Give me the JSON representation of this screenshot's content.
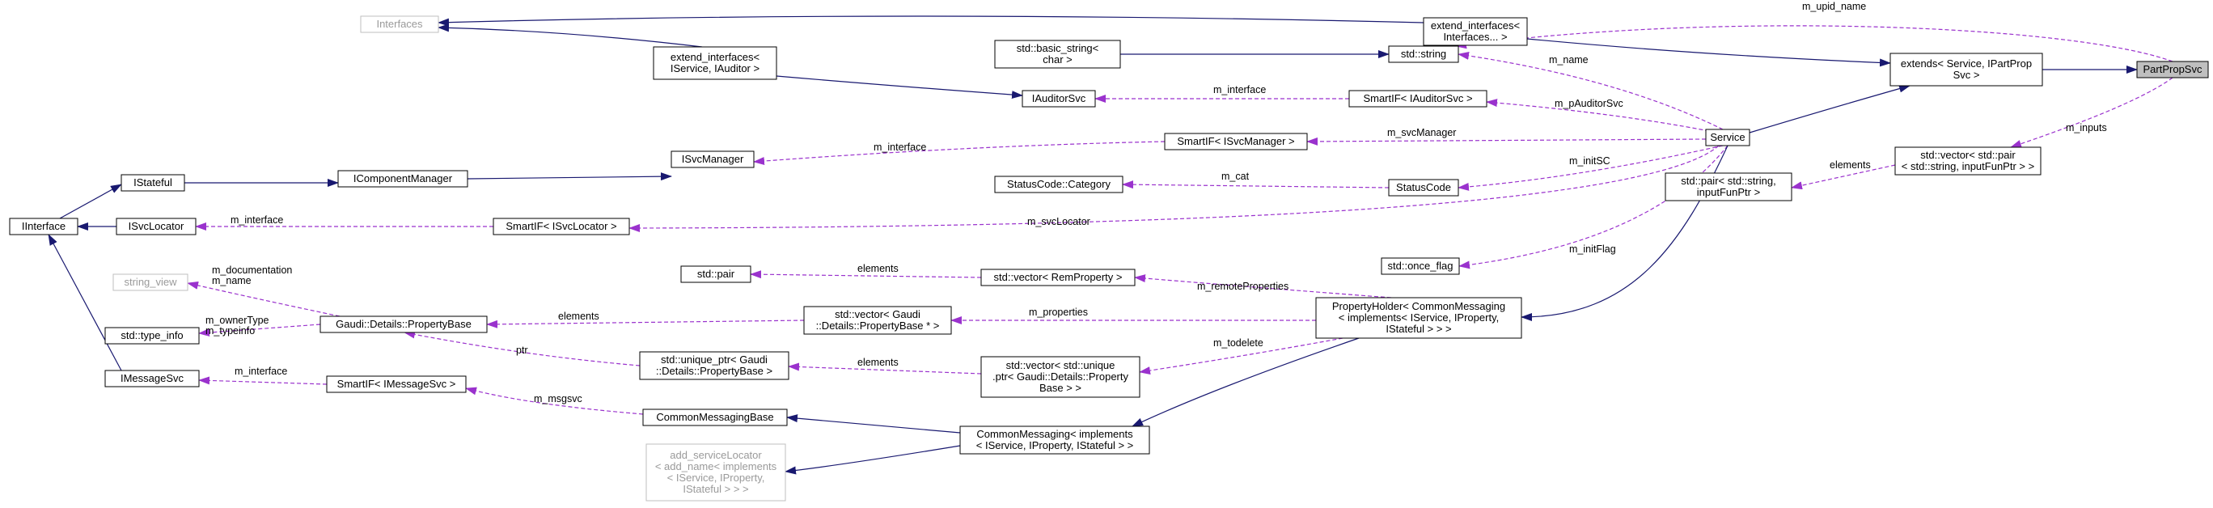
{
  "nodes": [
    {
      "id": "PartPropSvc",
      "lines": [
        "PartPropSvc"
      ],
      "style": "hl"
    },
    {
      "id": "extends",
      "lines": [
        "extends< Service, IPartProp",
        "Svc >"
      ]
    },
    {
      "id": "extend_interfaces_var",
      "lines": [
        "extend_interfaces<",
        "Interfaces... >"
      ]
    },
    {
      "id": "Interfaces",
      "lines": [
        "Interfaces"
      ],
      "style": "gray"
    },
    {
      "id": "Service",
      "lines": [
        "Service"
      ]
    },
    {
      "id": "extend_interfaces_ISA",
      "lines": [
        "extend_interfaces<",
        "IService, IAuditor >"
      ]
    },
    {
      "id": "std_string",
      "lines": [
        "std::string"
      ]
    },
    {
      "id": "basic_string",
      "lines": [
        "std::basic_string<",
        "char >"
      ]
    },
    {
      "id": "SmartIF_IAuditorSvc",
      "lines": [
        "SmartIF< IAuditorSvc >"
      ]
    },
    {
      "id": "IAuditorSvc",
      "lines": [
        "IAuditorSvc"
      ]
    },
    {
      "id": "SmartIF_ISvcManager",
      "lines": [
        "SmartIF< ISvcManager >"
      ]
    },
    {
      "id": "ISvcManager",
      "lines": [
        "ISvcManager"
      ]
    },
    {
      "id": "IComponentManager",
      "lines": [
        "IComponentManager"
      ]
    },
    {
      "id": "IStateful",
      "lines": [
        "IStateful"
      ]
    },
    {
      "id": "IInterface",
      "lines": [
        "IInterface"
      ]
    },
    {
      "id": "ISvcLocator",
      "lines": [
        "ISvcLocator"
      ]
    },
    {
      "id": "SmartIF_ISvcLocator",
      "lines": [
        "SmartIF< ISvcLocator >"
      ]
    },
    {
      "id": "StatusCode",
      "lines": [
        "StatusCode"
      ]
    },
    {
      "id": "StatusCode_Category",
      "lines": [
        "StatusCode::Category"
      ]
    },
    {
      "id": "once_flag",
      "lines": [
        "std::once_flag"
      ]
    },
    {
      "id": "vector_pair",
      "lines": [
        "std::vector< std::pair",
        "< std::string, inputFunPtr > >"
      ]
    },
    {
      "id": "pair_string",
      "lines": [
        "std::pair< std::string,",
        "inputFunPtr >"
      ]
    },
    {
      "id": "PropertyHolder",
      "lines": [
        "PropertyHolder< CommonMessaging",
        "< implements< IService, IProperty,",
        "IStateful > > >"
      ]
    },
    {
      "id": "vector_RemProperty",
      "lines": [
        "std::vector< RemProperty >"
      ]
    },
    {
      "id": "std_pair",
      "lines": [
        "std::pair"
      ]
    },
    {
      "id": "vector_PropertyBase",
      "lines": [
        "std::vector< Gaudi",
        "::Details::PropertyBase * >"
      ]
    },
    {
      "id": "PropertyBase",
      "lines": [
        "Gaudi::Details::PropertyBase"
      ]
    },
    {
      "id": "string_view",
      "lines": [
        "string_view"
      ],
      "style": "gray"
    },
    {
      "id": "type_info",
      "lines": [
        "std::type_info"
      ]
    },
    {
      "id": "unique_ptr",
      "lines": [
        "std::unique_ptr< Gaudi",
        "::Details::PropertyBase >"
      ]
    },
    {
      "id": "vector_unique_ptr",
      "lines": [
        "std::vector< std::unique",
        ".ptr< Gaudi::Details::Property",
        "Base > >"
      ]
    },
    {
      "id": "IMessageSvc",
      "lines": [
        "IMessageSvc"
      ]
    },
    {
      "id": "SmartIF_IMessageSvc",
      "lines": [
        "SmartIF< IMessageSvc >"
      ]
    },
    {
      "id": "CommonMessagingBase",
      "lines": [
        "CommonMessagingBase"
      ]
    },
    {
      "id": "CommonMessaging",
      "lines": [
        "CommonMessaging< implements",
        "< IService, IProperty, IStateful > >"
      ]
    },
    {
      "id": "add_serviceLocator",
      "lines": [
        "add_serviceLocator",
        "< add_name< implements",
        "< IService, IProperty,",
        "IStateful > > >"
      ],
      "style": "gray"
    }
  ],
  "edges": [
    {
      "from": "extends",
      "to": "PartPropSvc",
      "kind": "inherit"
    },
    {
      "from": "vector_pair",
      "to": "PartPropSvc",
      "kind": "use",
      "label": "m_inputs"
    },
    {
      "from": "std_string",
      "to": "PartPropSvc",
      "kind": "use",
      "label": "m_upid_name"
    },
    {
      "from": "Service",
      "to": "extends",
      "kind": "inherit"
    },
    {
      "from": "extend_interfaces_var",
      "to": "extends",
      "kind": "inherit"
    },
    {
      "from": "Interfaces",
      "to": "extend_interfaces_var",
      "kind": "inherit"
    },
    {
      "from": "Interfaces",
      "to": "extend_interfaces_ISA",
      "kind": "inherit"
    },
    {
      "from": "extend_interfaces_ISA",
      "to": "IAuditorSvc",
      "kind": "inherit"
    },
    {
      "from": "basic_string",
      "to": "std_string",
      "kind": "inherit"
    },
    {
      "from": "std_string",
      "to": "Service",
      "kind": "use",
      "label": "m_name"
    },
    {
      "from": "IAuditorSvc",
      "to": "SmartIF_IAuditorSvc",
      "kind": "use",
      "label": "m_interface"
    },
    {
      "from": "SmartIF_IAuditorSvc",
      "to": "Service",
      "kind": "use",
      "label": "m_pAuditorSvc"
    },
    {
      "from": "ISvcManager",
      "to": "SmartIF_ISvcManager",
      "kind": "use",
      "label": "m_interface"
    },
    {
      "from": "SmartIF_ISvcManager",
      "to": "Service",
      "kind": "use",
      "label": "m_svcManager"
    },
    {
      "from": "IComponentManager",
      "to": "ISvcManager",
      "kind": "inherit"
    },
    {
      "from": "IStateful",
      "to": "IComponentManager",
      "kind": "inherit"
    },
    {
      "from": "IInterface",
      "to": "IStateful",
      "kind": "inherit"
    },
    {
      "from": "IInterface",
      "to": "ISvcLocator",
      "kind": "inherit"
    },
    {
      "from": "IInterface",
      "to": "IMessageSvc",
      "kind": "inherit"
    },
    {
      "from": "ISvcLocator",
      "to": "SmartIF_ISvcLocator",
      "kind": "use",
      "label": "m_interface"
    },
    {
      "from": "SmartIF_ISvcLocator",
      "to": "Service",
      "kind": "use",
      "label": "m_svcLocator"
    },
    {
      "from": "StatusCode",
      "to": "Service",
      "kind": "use",
      "label": "m_initSC"
    },
    {
      "from": "StatusCode_Category",
      "to": "StatusCode",
      "kind": "use",
      "label": "m_cat"
    },
    {
      "from": "once_flag",
      "to": "Service",
      "kind": "use",
      "label": "m_initFlag"
    },
    {
      "from": "PropertyHolder",
      "to": "Service",
      "kind": "inherit"
    },
    {
      "from": "pair_string",
      "to": "vector_pair",
      "kind": "use",
      "label": "elements"
    },
    {
      "from": "vector_RemProperty",
      "to": "PropertyHolder",
      "kind": "use",
      "label": "m_remoteProperties"
    },
    {
      "from": "vector_PropertyBase",
      "to": "PropertyHolder",
      "kind": "use",
      "label": "m_properties"
    },
    {
      "from": "vector_unique_ptr",
      "to": "PropertyHolder",
      "kind": "use",
      "label": "m_todelete"
    },
    {
      "from": "CommonMessaging",
      "to": "PropertyHolder",
      "kind": "inherit"
    },
    {
      "from": "std_pair",
      "to": "vector_RemProperty",
      "kind": "use",
      "label": "elements"
    },
    {
      "from": "PropertyBase",
      "to": "vector_PropertyBase",
      "kind": "use",
      "label": "elements"
    },
    {
      "from": "string_view",
      "to": "PropertyBase",
      "kind": "use",
      "label": "m_documentation\nm_name"
    },
    {
      "from": "type_info",
      "to": "PropertyBase",
      "kind": "use",
      "label": "m_ownerType\nm_typeinfo"
    },
    {
      "from": "PropertyBase",
      "to": "unique_ptr",
      "kind": "use",
      "label": "ptr"
    },
    {
      "from": "unique_ptr",
      "to": "vector_unique_ptr",
      "kind": "use",
      "label": "elements"
    },
    {
      "from": "IMessageSvc",
      "to": "SmartIF_IMessageSvc",
      "kind": "use",
      "label": "m_interface"
    },
    {
      "from": "SmartIF_IMessageSvc",
      "to": "CommonMessagingBase",
      "kind": "use",
      "label": "m_msgsvc"
    },
    {
      "from": "CommonMessagingBase",
      "to": "CommonMessaging",
      "kind": "inherit"
    },
    {
      "from": "add_serviceLocator",
      "to": "CommonMessaging",
      "kind": "inherit"
    }
  ]
}
